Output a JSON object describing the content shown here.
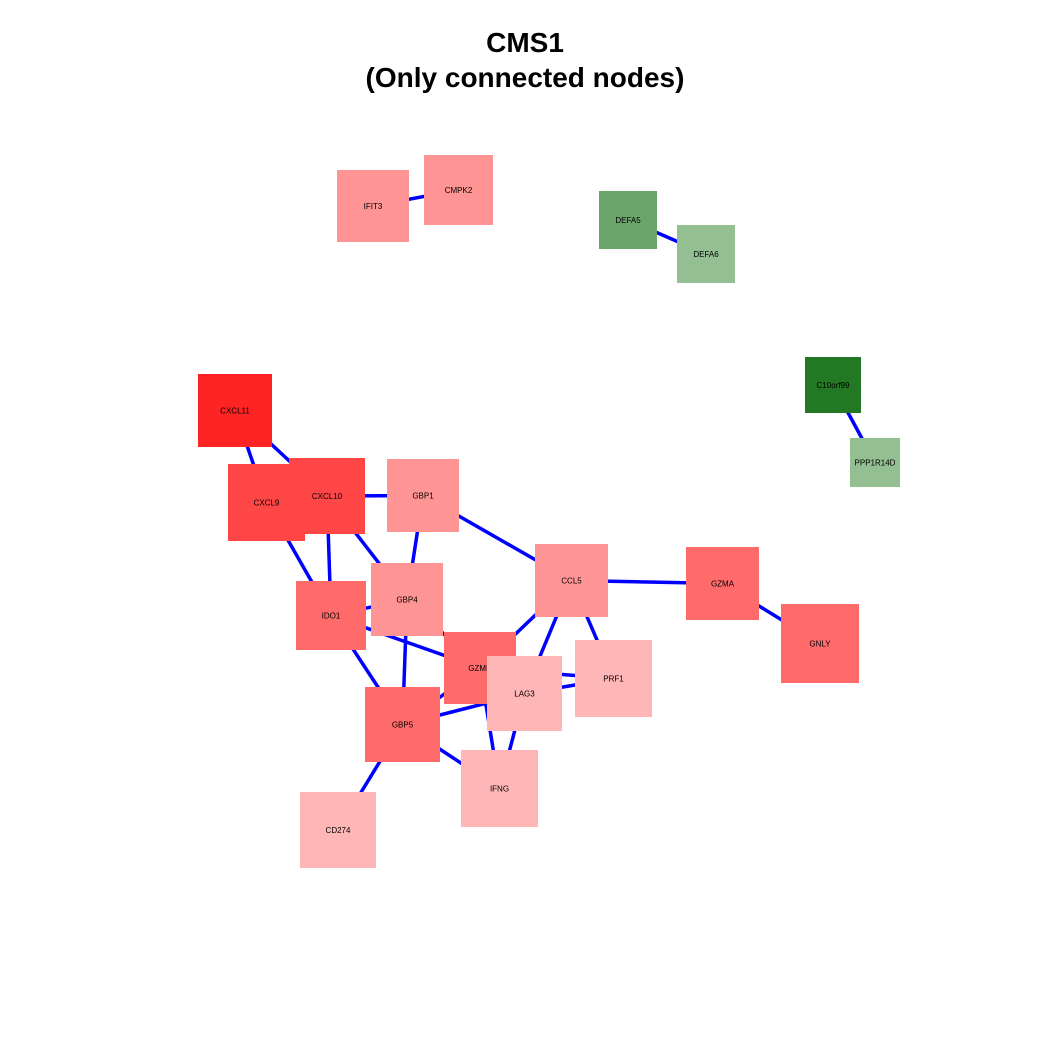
{
  "title": {
    "line1": "CMS1",
    "line2": "(Only connected nodes)"
  },
  "edge_color": "#0000ff",
  "nodes": [
    {
      "id": "IFIT3",
      "color": "#ff9494"
    },
    {
      "id": "CMPK2",
      "color": "#ff9494"
    },
    {
      "id": "DEFA5",
      "color": "#6ba56b"
    },
    {
      "id": "DEFA6",
      "color": "#93bf93"
    },
    {
      "id": "C10orf99",
      "color": "#237823"
    },
    {
      "id": "PPP1R14D",
      "color": "#93bf93"
    },
    {
      "id": "CXCL11",
      "color": "#ff2424"
    },
    {
      "id": "CXCL9",
      "color": "#ff4646"
    },
    {
      "id": "CXCL10",
      "color": "#ff4646"
    },
    {
      "id": "GBP1",
      "color": "#ff9494"
    },
    {
      "id": "CCL5",
      "color": "#ff9494"
    },
    {
      "id": "GZMA",
      "color": "#ff6b6b"
    },
    {
      "id": "GNLY",
      "color": "#ff6b6b"
    },
    {
      "id": "IDO1",
      "color": "#ff6b6b"
    },
    {
      "id": "GBP4",
      "color": "#ff9494"
    },
    {
      "id": "GZMH",
      "color": "#ff6b6b"
    },
    {
      "id": "LAG3",
      "color": "#ffb6b6"
    },
    {
      "id": "PRF1",
      "color": "#ffb6b6"
    },
    {
      "id": "GBP5",
      "color": "#ff6b6b"
    },
    {
      "id": "IFNG",
      "color": "#ffb6b6"
    },
    {
      "id": "CD274",
      "color": "#ffb6b6"
    }
  ],
  "edges": [
    [
      "IFIT3",
      "CMPK2"
    ],
    [
      "DEFA5",
      "DEFA6"
    ],
    [
      "C10orf99",
      "PPP1R14D"
    ],
    [
      "CXCL11",
      "CXCL10"
    ],
    [
      "CXCL11",
      "CXCL9"
    ],
    [
      "CXCL9",
      "CXCL10"
    ],
    [
      "CXCL10",
      "GBP1"
    ],
    [
      "CXCL9",
      "IDO1"
    ],
    [
      "CXCL10",
      "IDO1"
    ],
    [
      "CXCL10",
      "GBP4"
    ],
    [
      "GBP1",
      "GBP4"
    ],
    [
      "GBP1",
      "CCL5"
    ],
    [
      "CCL5",
      "GZMA"
    ],
    [
      "GZMA",
      "GNLY"
    ],
    [
      "CCL5",
      "GZMH"
    ],
    [
      "CCL5",
      "LAG3"
    ],
    [
      "CCL5",
      "PRF1"
    ],
    [
      "IDO1",
      "GBP4"
    ],
    [
      "IDO1",
      "GZMH"
    ],
    [
      "IDO1",
      "GBP5"
    ],
    [
      "GBP4",
      "GBP5"
    ],
    [
      "GBP4",
      "GZMH"
    ],
    [
      "GZMH",
      "GBP5"
    ],
    [
      "GZMH",
      "IFNG"
    ],
    [
      "GZMH",
      "PRF1"
    ],
    [
      "LAG3",
      "GBP5"
    ],
    [
      "LAG3",
      "IFNG"
    ],
    [
      "LAG3",
      "PRF1"
    ],
    [
      "GBP5",
      "IFNG"
    ],
    [
      "GBP5",
      "CD274"
    ]
  ]
}
